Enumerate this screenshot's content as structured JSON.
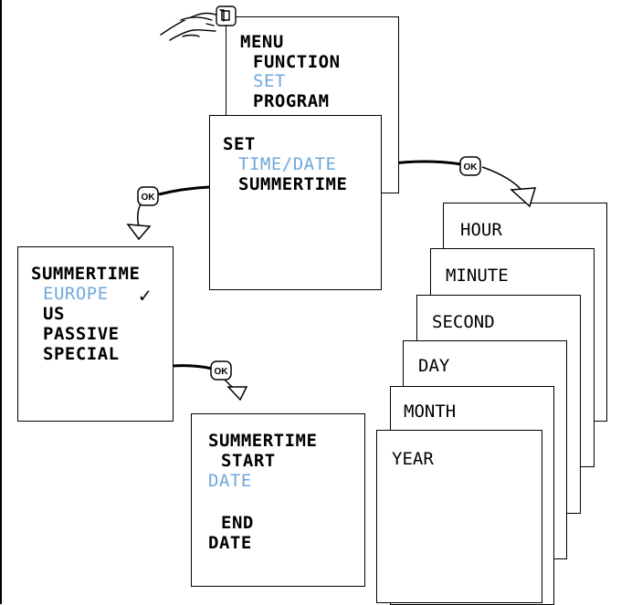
{
  "colors": {
    "highlight": "#6fa8dc",
    "ink": "#000000"
  },
  "icons": {
    "hand": "hand-pressing-button-icon",
    "ok": "ok-button-icon",
    "check": "checkmark-icon",
    "arrow": "curved-arrow-icon"
  },
  "menu_screen": {
    "title": "MENU",
    "items": [
      "FUNCTION",
      "SET",
      "PROGRAM"
    ]
  },
  "set_screen": {
    "title": "SET",
    "items": [
      "TIME/DATE",
      "SUMMERTIME"
    ]
  },
  "summertime_screen": {
    "title": "SUMMERTIME",
    "items": [
      "EUROPE",
      "US",
      "PASSIVE",
      "SPECIAL"
    ],
    "selected_mark": "✓"
  },
  "special_screen": {
    "lines": [
      "SUMMERTIME",
      "START",
      "DATE",
      "END",
      "DATE"
    ]
  },
  "time_date_stack": [
    "HOUR",
    "MINUTE",
    "SECOND",
    "DAY",
    "MONTH",
    "YEAR"
  ],
  "ok_label": "OK"
}
